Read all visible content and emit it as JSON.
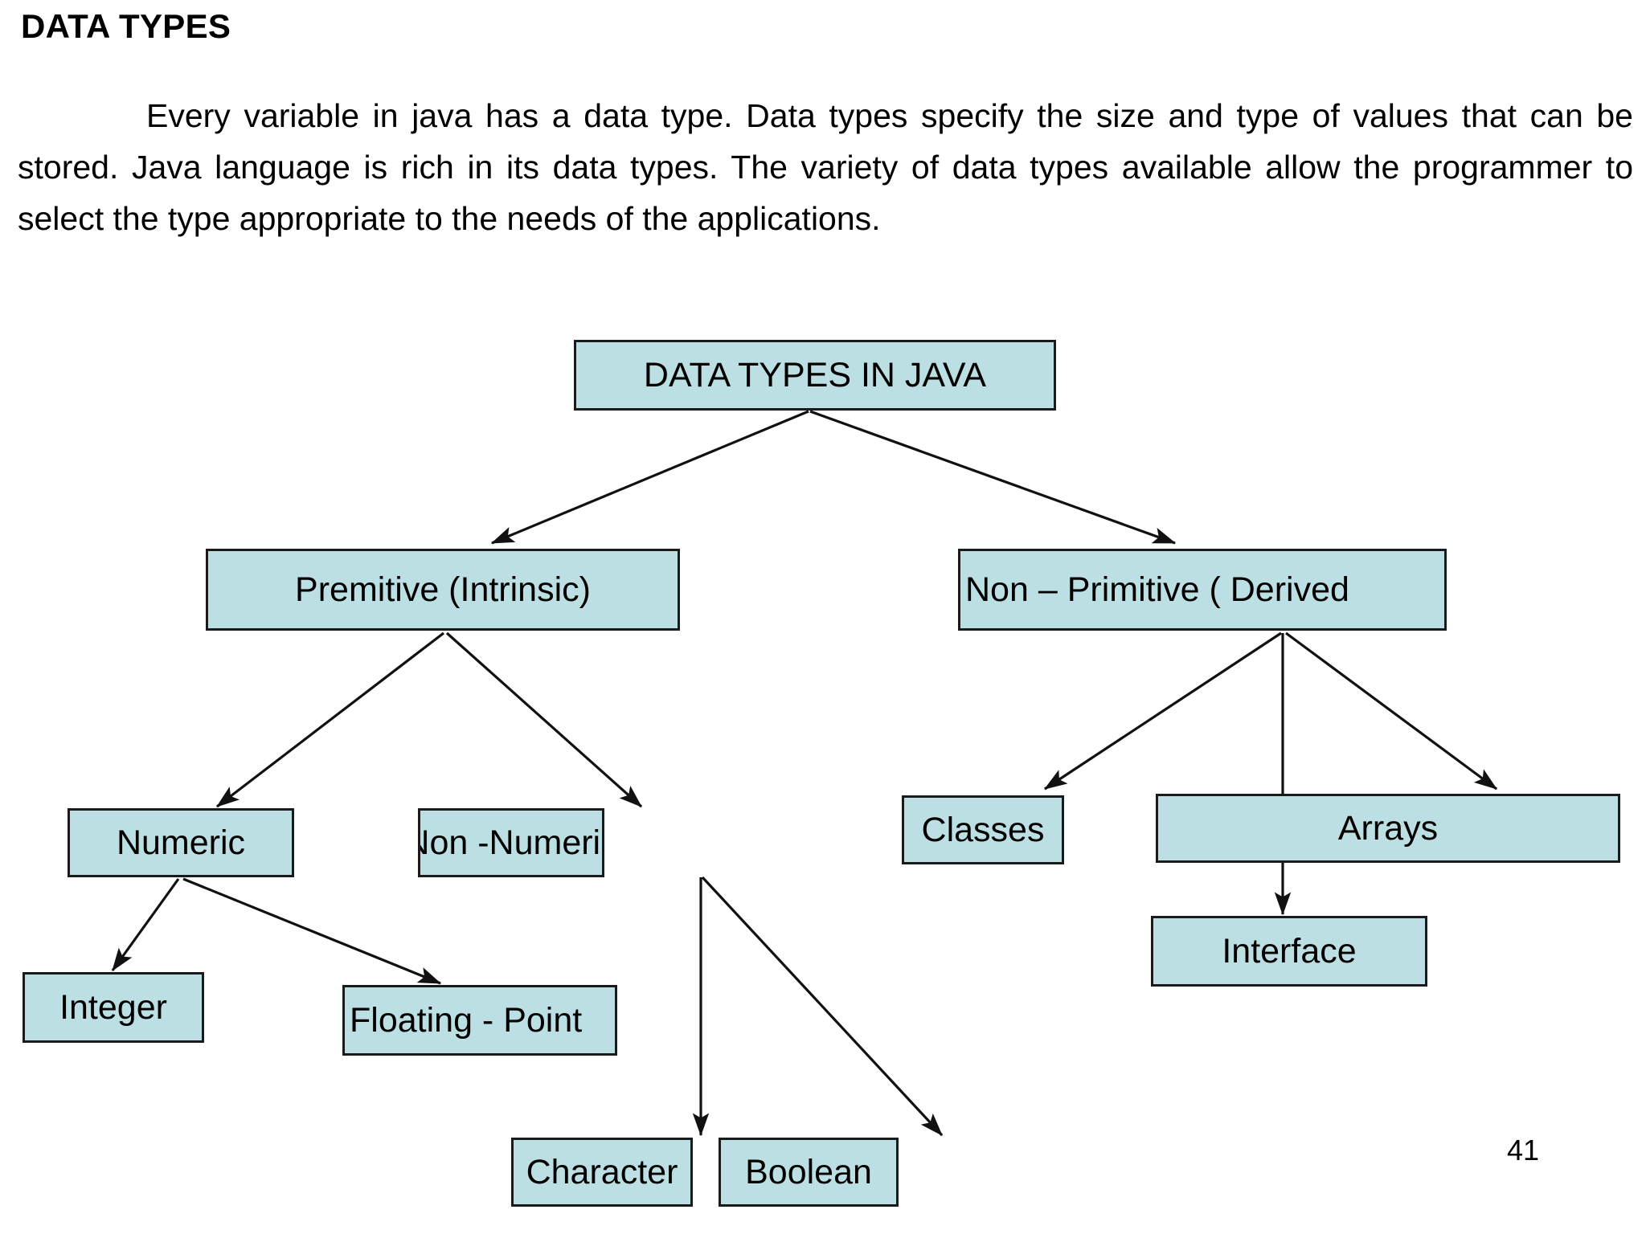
{
  "slide": {
    "title": "DATA TYPES",
    "paragraph": "Every variable in java has a data type. Data types specify the size and type of values that can be stored. Java language is rich in its data types. The variety of data types available allow the programmer to select the type appropriate to the needs of the applications.",
    "page_number": "41"
  },
  "diagram": {
    "box_fill": "#bcdfe3",
    "box_border": "#1a1a1a",
    "nodes": [
      {
        "id": "root",
        "label": "DATA TYPES IN JAVA"
      },
      {
        "id": "primitive",
        "label": "Premitive (Intrinsic)"
      },
      {
        "id": "nonprimitive",
        "label": "Non – Primitive ( Derived"
      },
      {
        "id": "numeric",
        "label": "Numeric"
      },
      {
        "id": "nonnumeric",
        "label": "Non -Numeric"
      },
      {
        "id": "classes",
        "label": "Classes"
      },
      {
        "id": "arrays",
        "label": "Arrays"
      },
      {
        "id": "interface",
        "label": "Interface"
      },
      {
        "id": "integer",
        "label": "Integer"
      },
      {
        "id": "floatingpoint",
        "label": "Floating - Point"
      },
      {
        "id": "character",
        "label": "Character"
      },
      {
        "id": "boolean",
        "label": "Boolean"
      }
    ],
    "edges": [
      {
        "from": "root",
        "to": "primitive"
      },
      {
        "from": "root",
        "to": "nonprimitive"
      },
      {
        "from": "primitive",
        "to": "numeric"
      },
      {
        "from": "primitive",
        "to": "nonnumeric"
      },
      {
        "from": "numeric",
        "to": "integer"
      },
      {
        "from": "numeric",
        "to": "floatingpoint"
      },
      {
        "from": "nonnumeric",
        "to": "character"
      },
      {
        "from": "nonnumeric",
        "to": "boolean"
      },
      {
        "from": "nonprimitive",
        "to": "classes"
      },
      {
        "from": "nonprimitive",
        "to": "interface"
      },
      {
        "from": "nonprimitive",
        "to": "arrays"
      }
    ]
  }
}
